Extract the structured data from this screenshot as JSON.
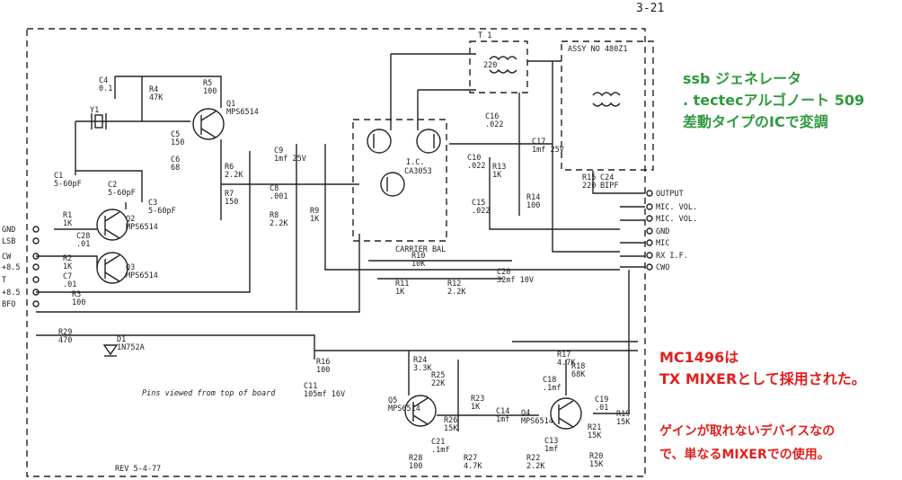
{
  "page_number": "3-21",
  "notes": {
    "green": [
      "ssb ジェネレータ",
      ". tectecアルゴノート 509",
      "差動タイプのICで変調"
    ],
    "red1": [
      "MC1496は",
      "TX  MIXERとして採用された。"
    ],
    "red2": [
      "ゲインが取れないデバイスなの",
      "で、単なるMIXERでの使用。"
    ]
  },
  "colors": {
    "green_note": "#2e9a3e",
    "red_note": "#e0201f",
    "ink": "#222222"
  },
  "left_terminals": [
    "GND",
    "LSB",
    "CW",
    "+8.5",
    "T",
    "+8.5",
    "BFO"
  ],
  "right_terminals": [
    "OUTPUT",
    "MIC. VOL.",
    "MIC. VOL.",
    "GND",
    "MIC",
    "RX I.F.",
    "CWO"
  ],
  "transformer": {
    "ref": "T 1",
    "value": "220"
  },
  "assy": "ASSY NO 480Z1",
  "ic": {
    "ref": "I.C.",
    "part": "CA3053"
  },
  "carrier_bal": "CARRIER BAL",
  "pins_text": "Pins viewed from top of board",
  "rev": "REV 5-4-77",
  "components": [
    {
      "ref": "C4",
      "val": "0.1"
    },
    {
      "ref": "R4",
      "val": "47K"
    },
    {
      "ref": "R5",
      "val": "100"
    },
    {
      "ref": "Q1",
      "val": "MPS6514"
    },
    {
      "ref": "Y1",
      "val": ""
    },
    {
      "ref": "C5",
      "val": "150"
    },
    {
      "ref": "C6",
      "val": "68"
    },
    {
      "ref": "R6",
      "val": "2.2K"
    },
    {
      "ref": "R7",
      "val": "150"
    },
    {
      "ref": "C1",
      "val": "5-60pF"
    },
    {
      "ref": "C2",
      "val": "5-60pF"
    },
    {
      "ref": "C3",
      "val": "5-60pF"
    },
    {
      "ref": "Q2",
      "val": "MPS6514"
    },
    {
      "ref": "Q3",
      "val": "MPS6514"
    },
    {
      "ref": "R1",
      "val": "1K"
    },
    {
      "ref": "R2",
      "val": "1K"
    },
    {
      "ref": "C28",
      "val": ".01"
    },
    {
      "ref": "C7",
      "val": ".01"
    },
    {
      "ref": "R3",
      "val": "100"
    },
    {
      "ref": "R29",
      "val": "470"
    },
    {
      "ref": "D1",
      "val": "1N752A"
    },
    {
      "ref": "C9",
      "val": "1mf 25V"
    },
    {
      "ref": "C8",
      "val": ".001"
    },
    {
      "ref": "R8",
      "val": "2.2K"
    },
    {
      "ref": "R9",
      "val": "1K"
    },
    {
      "ref": "C10",
      "val": ".022"
    },
    {
      "ref": "C16",
      "val": ".022"
    },
    {
      "ref": "C17",
      "val": "1mf 25V"
    },
    {
      "ref": "R13",
      "val": "1K"
    },
    {
      "ref": "C15",
      "val": ".022"
    },
    {
      "ref": "R14",
      "val": "100"
    },
    {
      "ref": "R10",
      "val": "10K"
    },
    {
      "ref": "C20",
      "val": "32mf 10V"
    },
    {
      "ref": "R11",
      "val": "1K"
    },
    {
      "ref": "R12",
      "val": "2.2K"
    },
    {
      "ref": "R15",
      "val": "220"
    },
    {
      "ref": "C24",
      "val": "BIPF"
    },
    {
      "ref": "R16",
      "val": "100"
    },
    {
      "ref": "C11",
      "val": "105mf 16V"
    },
    {
      "ref": "R24",
      "val": "3.3K"
    },
    {
      "ref": "R25",
      "val": "22K"
    },
    {
      "ref": "Q5",
      "val": "MPS6514"
    },
    {
      "ref": "R23",
      "val": "1K"
    },
    {
      "ref": "C14",
      "val": "1mf"
    },
    {
      "ref": "R26",
      "val": "15K"
    },
    {
      "ref": "C21",
      "val": ".1mf"
    },
    {
      "ref": "R28",
      "val": "100"
    },
    {
      "ref": "R27",
      "val": "4.7K"
    },
    {
      "ref": "R17",
      "val": "4.7K"
    },
    {
      "ref": "C18",
      "val": ".1mf"
    },
    {
      "ref": "R18",
      "val": "68K"
    },
    {
      "ref": "Q4",
      "val": "MPS6514"
    },
    {
      "ref": "C19",
      "val": ".01"
    },
    {
      "ref": "R19",
      "val": "15K"
    },
    {
      "ref": "R21",
      "val": "15K"
    },
    {
      "ref": "C13",
      "val": "1mf"
    },
    {
      "ref": "R22",
      "val": "2.2K"
    },
    {
      "ref": "R20",
      "val": "15K"
    }
  ]
}
